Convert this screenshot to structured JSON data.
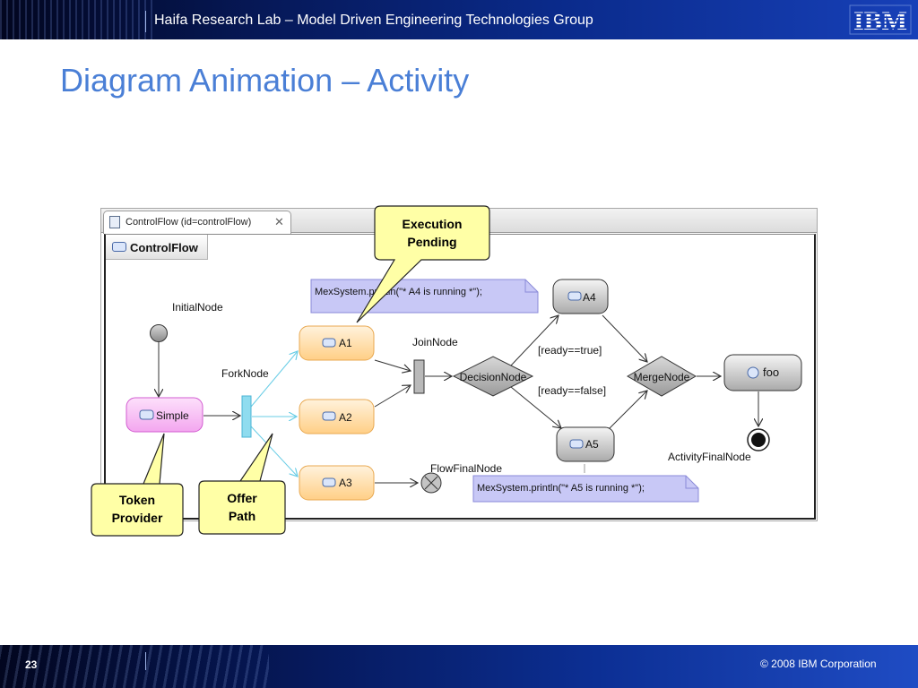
{
  "header": {
    "lab_title": "Haifa Research Lab – Model Driven Engineering Technologies Group",
    "logo_text": "IBM",
    "brand_color": "#0a2a8a"
  },
  "slide": {
    "title": "Diagram Animation – Activity"
  },
  "editor": {
    "tab_label": "ControlFlow (id=controlFlow)",
    "tab_icon": "diagram-file-icon",
    "close_icon": "close-icon",
    "diagram_label": "ControlFlow",
    "diagram_icon": "activity-icon"
  },
  "diagram": {
    "initial_node_label": "InitialNode",
    "fork_node_label": "ForkNode",
    "join_node_label": "JoinNode",
    "flow_final_label": "FlowFinalNode",
    "activity_final_label": "ActivityFinalNode",
    "simple_action": "Simple",
    "actions": {
      "a1": "A1",
      "a2": "A2",
      "a3": "A3",
      "a4": "A4",
      "a5": "A5",
      "foo": "foo"
    },
    "decision_node": "DecisionNode",
    "merge_node": "MergeNode",
    "guard_true": "[ready==true]",
    "guard_false": "[ready==false]",
    "note_a4": "MexSystem.println(\"* A4 is running *\");",
    "note_a5": "MexSystem.println(\"* A5 is running *\");",
    "colors": {
      "token_provider": "#f7bdf5",
      "offer_path": "#8fdcef",
      "pending_action": "#ffd8a0",
      "gray_action": "#c9c9c9",
      "note": "#c8c8f6"
    }
  },
  "callouts": {
    "execution_pending": "Execution\nPending",
    "token_provider": "Token\nProvider",
    "offer_path": "Offer\nPath",
    "fill": "#ffffa6"
  },
  "footer": {
    "page_number": "23",
    "copyright": "© 2008 IBM Corporation"
  }
}
